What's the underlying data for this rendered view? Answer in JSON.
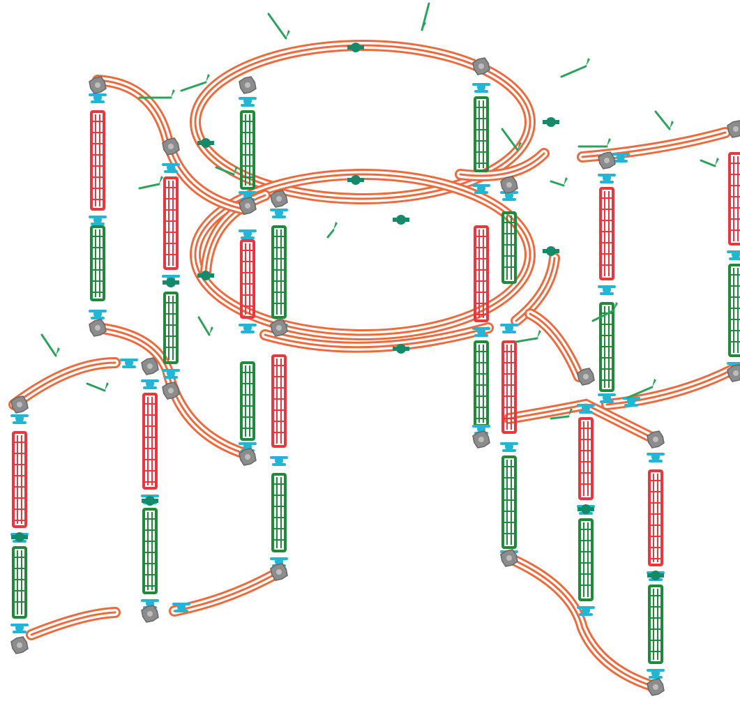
{
  "diagram": {
    "subject": "",
    "colors": {
      "curved_track": "#ee6a3c",
      "rod_long": "#1f8a3a",
      "rod_short": "#e8383d",
      "connector": "#22b5d6",
      "hub": "#8c8c8c",
      "clip": "#158a6a",
      "flag": "#2aa35a"
    },
    "part_names": [
      "curved-track",
      "red-rod",
      "green-rod",
      "hub",
      "connector",
      "clip",
      "flag"
    ]
  }
}
